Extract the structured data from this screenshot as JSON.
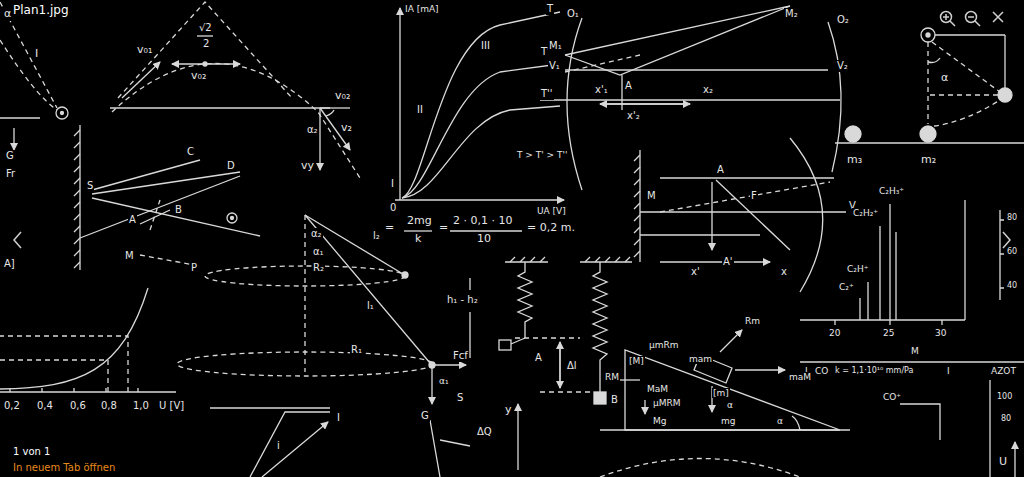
{
  "diagram": {
    "title": "Plan1.jpg",
    "labels": [
      "α",
      "I",
      "G",
      "Fr",
      "A]",
      "0,2",
      "0,4",
      "0,6",
      "0,8",
      "1,0",
      "U [V]",
      "√2",
      "2",
      "v₀₁",
      "v₀₂",
      "v₀₂",
      "α₂",
      "v₂",
      "vy",
      "S",
      "C",
      "D",
      "A",
      "B",
      "M",
      "P",
      "IA [mA]",
      "III",
      "II",
      "I",
      "T",
      "T'",
      "T''",
      "T > T' > T''",
      "0",
      "UA [V]",
      "=",
      "2mg",
      "k",
      "=",
      "2 · 0,1 · 10",
      "10",
      "= 0,2 m.",
      "O₁",
      "M₁",
      "V₁",
      "A",
      "x'₁",
      "x₂",
      "x'₂",
      "M₂",
      "O₂",
      "V₂",
      "M",
      "A",
      "F",
      "V",
      "A'",
      "x'",
      "x",
      "α",
      "m₃",
      "m₂",
      "C₂H₃⁺",
      "C₂H₂⁺",
      "C₂H⁺",
      "C₂⁺",
      "20",
      "25",
      "30",
      "M",
      "80",
      "60",
      "40",
      "I",
      "CO",
      "k = 1,1·10¹⁰ mm/Pa",
      "CO⁺",
      "I",
      "AZOT",
      "100",
      "80",
      "α₂",
      "α₁",
      "l₂",
      "R₂",
      "l₁",
      "h₁ - h₂",
      "R₁",
      "Fcf",
      "α₁",
      "S",
      "G",
      "A",
      "Δl",
      "B",
      "μmRm",
      "Rm",
      "mam",
      "[m]",
      "[M]",
      "RM",
      "MaM",
      "μMRM",
      "Mg",
      "mg",
      "α",
      "α",
      "maM",
      "y",
      "I",
      "i",
      "ΔQ",
      "U",
      "1 von 1",
      "In neuem Tab öffnen"
    ]
  }
}
